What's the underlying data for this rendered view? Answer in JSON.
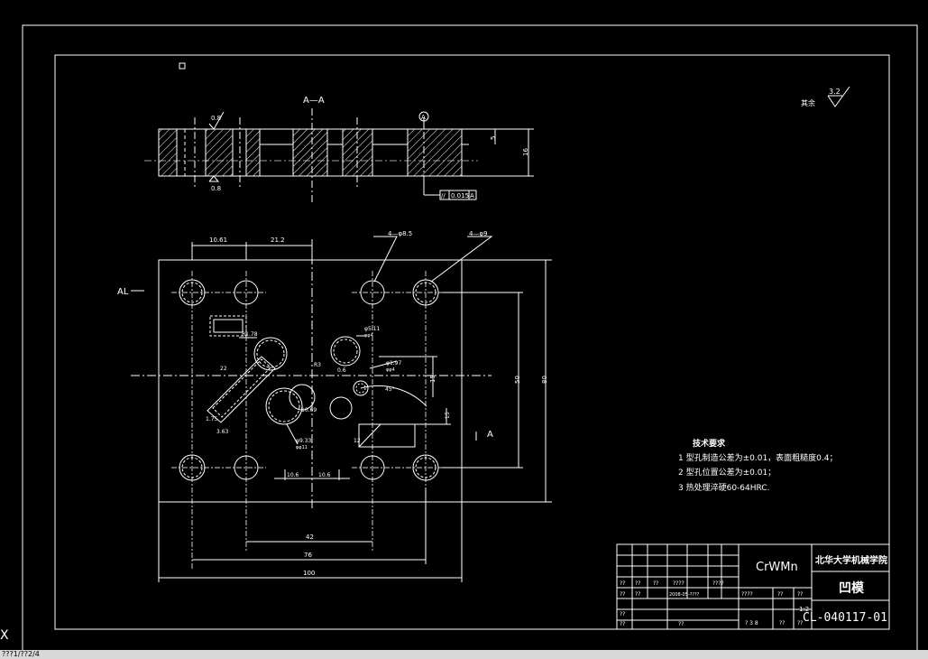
{
  "section_label": "A—A",
  "section_mark_left": "AL",
  "section_mark_right": "A",
  "datum_mark": "A",
  "roughness_top": "0.8",
  "roughness_bottom": "0.8",
  "roughness_corner_value": "3.2",
  "roughness_corner_note": "其余",
  "tolerance_frame": [
    "//",
    "0.015",
    "A"
  ],
  "section_height_dim": "16",
  "section_step_dim": "5",
  "dims": {
    "d1": "10.61",
    "d2": "21.2",
    "hole_a": "4—φ8.5",
    "hole_b": "4—φ9",
    "d_r": "R1.78",
    "d_phi1": "φ5.11",
    "d_phi1_sub": "φφ4",
    "d_phi2": "φ1.97",
    "d_phi2_sub": "φφ4",
    "d_phi3": "φ9.33",
    "d_phi3_sub": "φφ11",
    "d_angle": "45°",
    "d_small1": "22",
    "d_small2": "R3",
    "d_small3": "0.6",
    "d_small4": "1.75",
    "d_small5": "3.63",
    "d_small6": "10.69",
    "d_small7": "15",
    "d_small8": "12",
    "d_106a": "10.6",
    "d_106b": "10.6",
    "d_42": "42",
    "d_76": "76",
    "d_100": "100",
    "d_v1": "50",
    "d_v2": "80",
    "d_v3": "15"
  },
  "tech_req": {
    "title": "技术要求",
    "items": [
      "1  型孔制造公差为±0.01，表面粗糙度0.4；",
      "2  型孔位置公差为±0.01；",
      "3  热处理淬硬60-64HRC."
    ]
  },
  "title_block": {
    "material": "CrWMn",
    "school": "北华大学机械学院",
    "part_name": "凹模",
    "drawing_no": "CL-040117-01",
    "scale": "1:2",
    "row_labels": [
      "??",
      "??",
      "??",
      "????",
      "????"
    ],
    "row2": [
      "??",
      "??",
      "????",
      "2008-05-????"
    ],
    "row3": [
      "????",
      "??",
      "??"
    ],
    "row4": [
      "??"
    ],
    "row5": [
      "??",
      "??",
      "? 3 8",
      "??",
      "??"
    ]
  },
  "status_bar": "???1/??2/4"
}
